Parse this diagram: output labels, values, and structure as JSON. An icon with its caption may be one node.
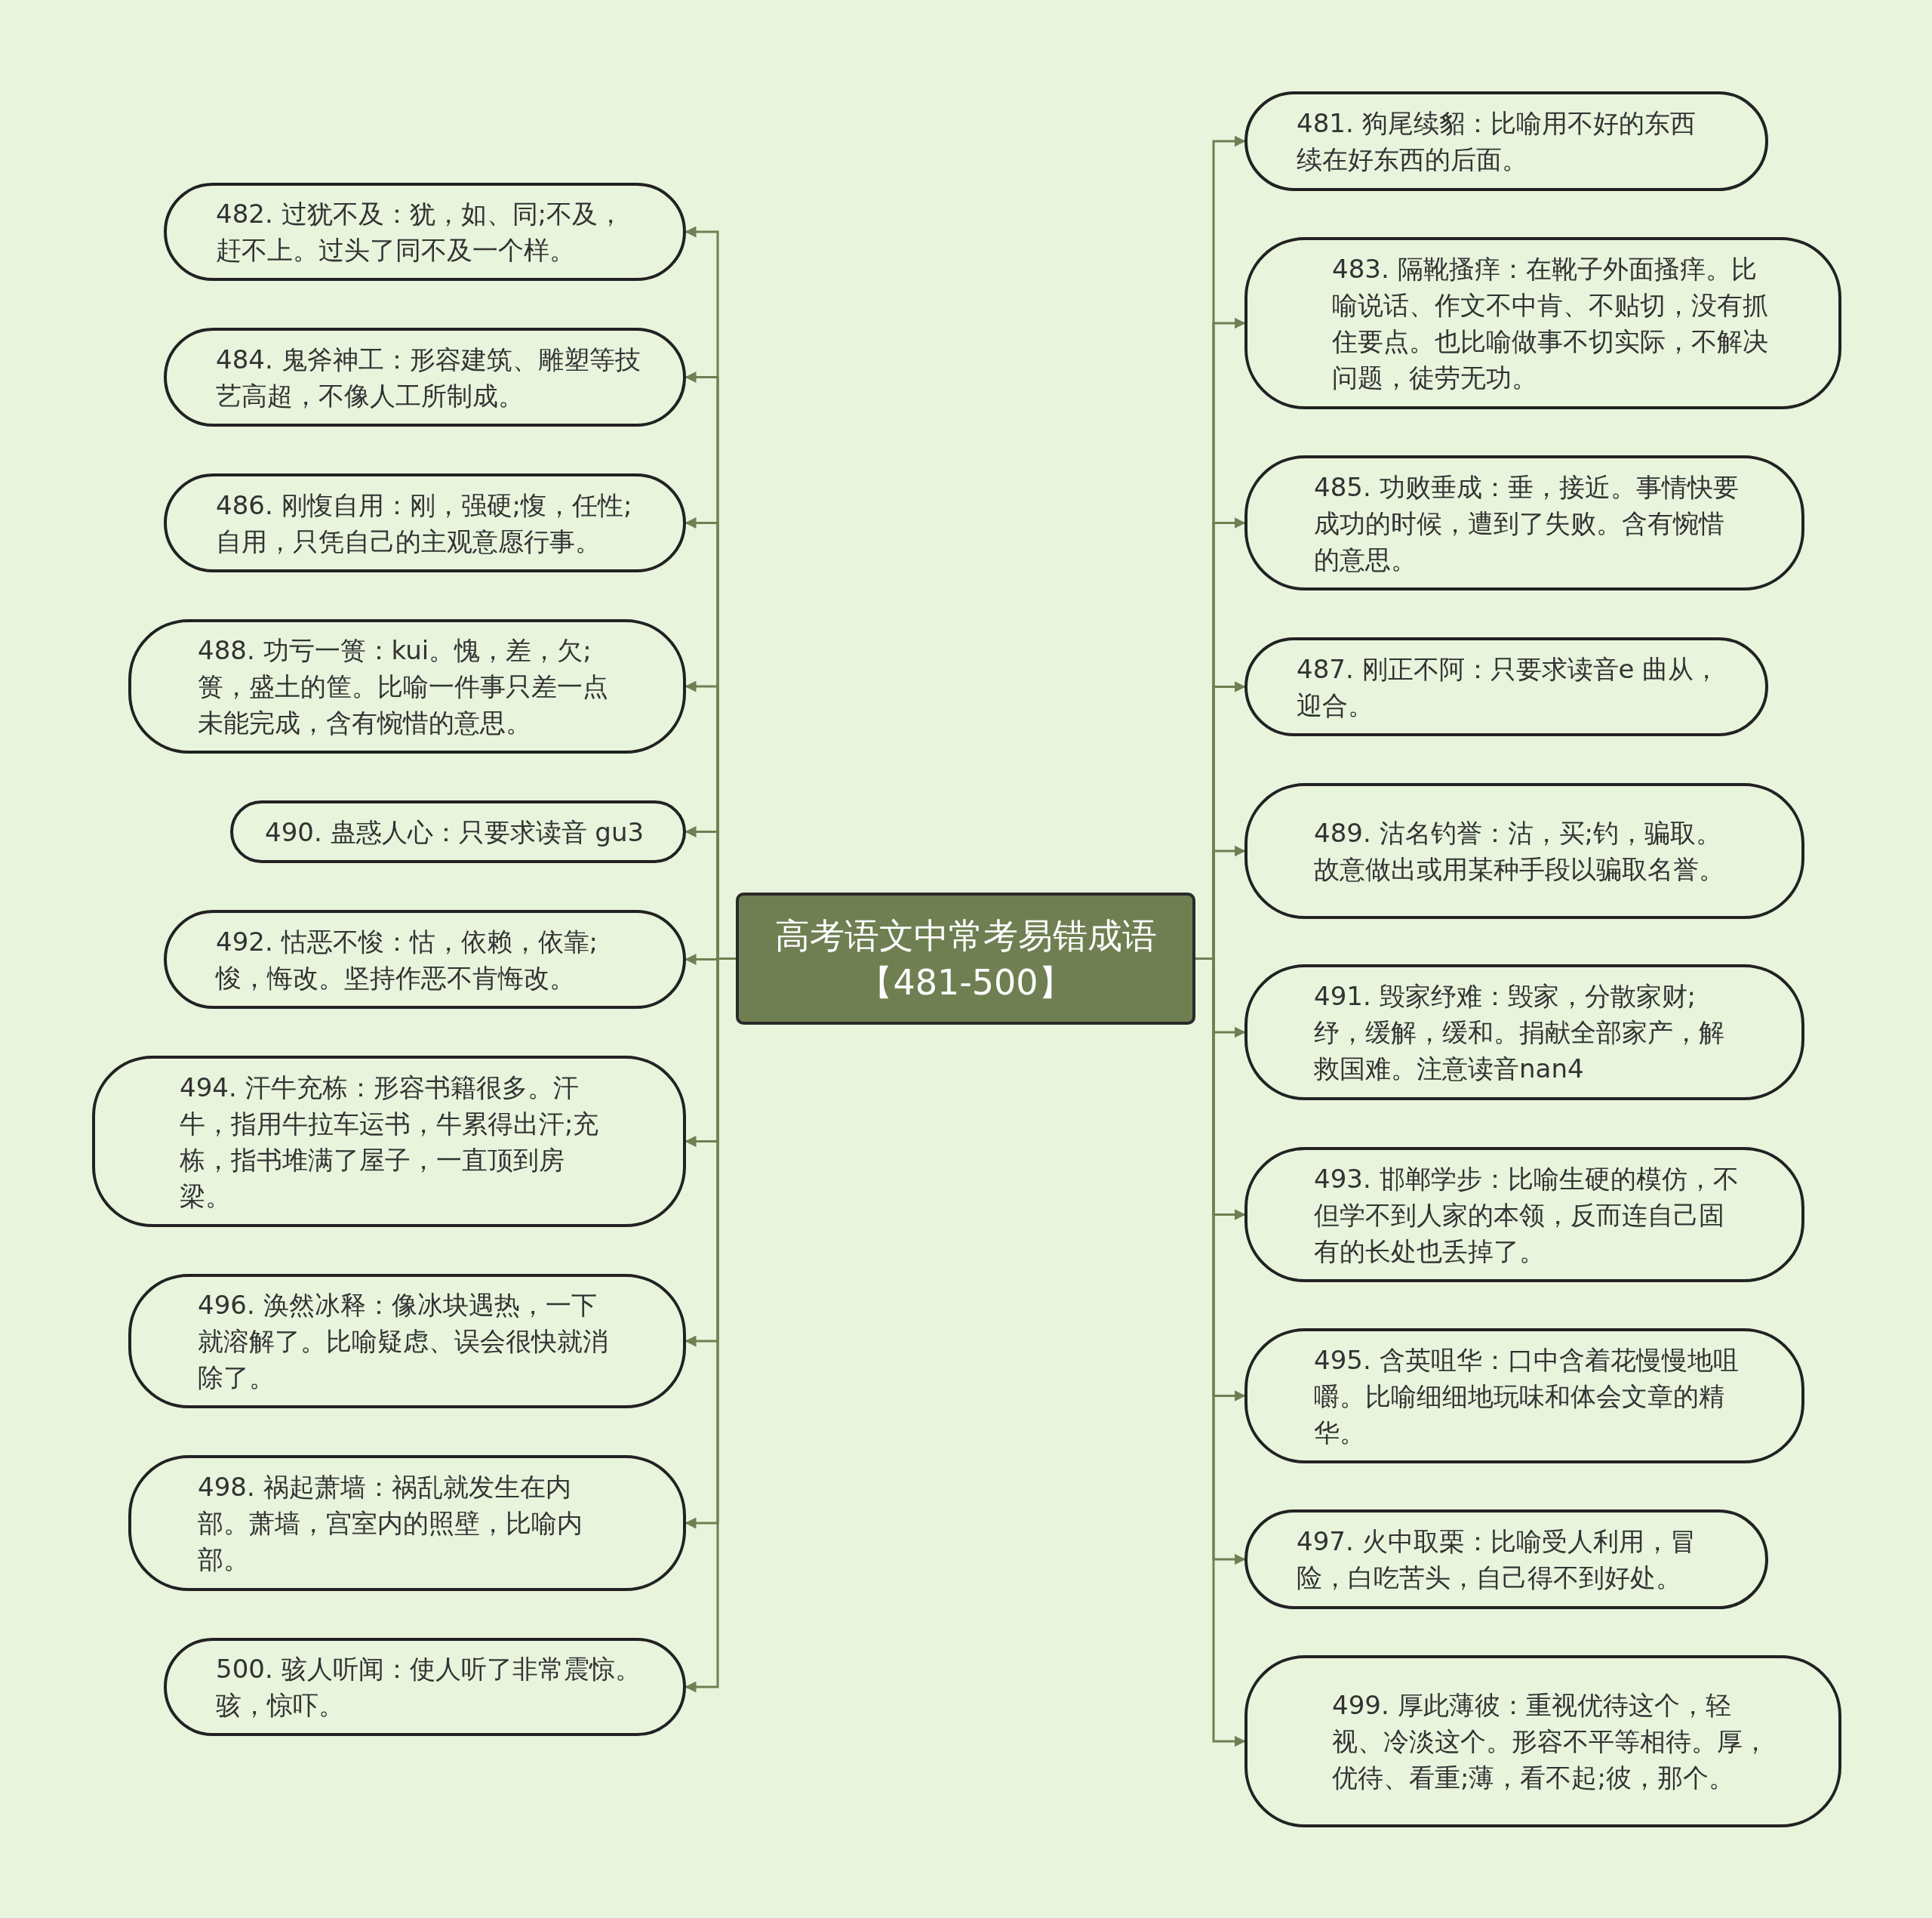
{
  "diagram": {
    "nodes": [
      {
        "text": [
          "高考语文中常考易错成语【481-500】"
        ]
      },
      {
        "text": [
          "481. 狗尾续貂：比喻用不好的东西续在好东西的后面。"
        ]
      },
      {
        "text": [
          "483. 隔靴搔痒：在靴子外面搔痒。比喻说话、作文不中肯、不贴切，没有抓住要点。也比喻做事不切实际，不解决问题，徒劳无功。"
        ]
      },
      {
        "text": [
          "485. 功败垂成：垂，接近。事情快要成功的时候，遭到了失败。含有惋惜的意思。"
        ]
      },
      {
        "text": [
          "487. 刚正不阿：只要求读音e 曲从，迎合。"
        ]
      },
      {
        "text": [
          "489. 沽名钓誉：沽，买;钓，骗取。故意做出或用某种手段以骗取名誉。"
        ]
      },
      {
        "text": [
          "491. 毁家纾难：毁家，分散家财;纾，缓解，缓和。捐献全部家产，解救国难。注意读音nan4"
        ]
      },
      {
        "text": [
          "493. 邯郸学步：比喻生硬的模仿，不但学不到人家的本领，反而连自己固有的长处也丢掉了。"
        ]
      },
      {
        "text": [
          "495. 含英咀华：口中含着花慢慢地咀嚼。比喻细细地玩味和体会文章的精华。"
        ]
      },
      {
        "text": [
          "497. 火中取栗：比喻受人利用，冒险，白吃苦头，自己得不到好处。"
        ]
      },
      {
        "text": [
          "499. 厚此薄彼：重视优待这个，轻视、冷淡这个。形容不平等相待。厚，优待、看重;薄，看不起;彼，那个。"
        ]
      },
      {
        "text": [
          "482. 过犹不及：犹，如、同;不及，赶不上。过头了同不及一个样。"
        ]
      },
      {
        "text": [
          "484. 鬼斧神工：形容建筑、雕塑等技艺高超，不像人工所制成。"
        ]
      },
      {
        "text": [
          "486. 刚愎自用：刚，强硬;愎，任性;自用，只凭自己的主观意愿行事。"
        ]
      },
      {
        "text": [
          "488. 功亏一篑：kui。愧，差，欠;篑，盛土的筐。比喻一件事只差一点未能完成，含有惋惜的意思。"
        ]
      },
      {
        "text": [
          "490. 蛊惑人心：只要求读音 gu3"
        ]
      },
      {
        "text": [
          "492. 怙恶不悛：怙，依赖，依靠;悛，悔改。坚持作恶不肯悔改。"
        ]
      },
      {
        "text": [
          "494. 汗牛充栋：形容书籍很多。汗牛，指用牛拉车运书，牛累得出汗;充栋，指书堆满了屋子，一直顶到房梁。"
        ]
      },
      {
        "text": [
          "496. 涣然冰释：像冰块遇热，一下就溶解了。比喻疑虑、误会很快就消除了。"
        ]
      },
      {
        "text": [
          "498. 祸起萧墙：祸乱就发生在内部。萧墙，宫室内的照壁，比喻内部。"
        ]
      },
      {
        "text": [
          "500. 骇人听闻：使人听了非常震惊。骇，惊吓。"
        ]
      }
    ],
    "edges": [
      {
        "from": 0,
        "to": 1,
        "arrow": "to"
      },
      {
        "from": 0,
        "to": 2,
        "arrow": "to"
      },
      {
        "from": 0,
        "to": 3,
        "arrow": "to"
      },
      {
        "from": 0,
        "to": 4,
        "arrow": "to"
      },
      {
        "from": 0,
        "to": 5,
        "arrow": "to"
      },
      {
        "from": 0,
        "to": 6,
        "arrow": "to"
      },
      {
        "from": 0,
        "to": 7,
        "arrow": "to"
      },
      {
        "from": 0,
        "to": 8,
        "arrow": "to"
      },
      {
        "from": 0,
        "to": 9,
        "arrow": "to"
      },
      {
        "from": 0,
        "to": 10,
        "arrow": "to"
      },
      {
        "from": 0,
        "to": 11,
        "arrow": "to"
      },
      {
        "from": 0,
        "to": 12,
        "arrow": "to"
      },
      {
        "from": 0,
        "to": 13,
        "arrow": "to"
      },
      {
        "from": 0,
        "to": 14,
        "arrow": "to"
      },
      {
        "from": 0,
        "to": 15,
        "arrow": "to"
      },
      {
        "from": 0,
        "to": 16,
        "arrow": "to"
      },
      {
        "from": 0,
        "to": 17,
        "arrow": "to"
      },
      {
        "from": 0,
        "to": 18,
        "arrow": "to"
      },
      {
        "from": 0,
        "to": 19,
        "arrow": "to"
      },
      {
        "from": 0,
        "to": 20,
        "arrow": "to"
      }
    ]
  }
}
